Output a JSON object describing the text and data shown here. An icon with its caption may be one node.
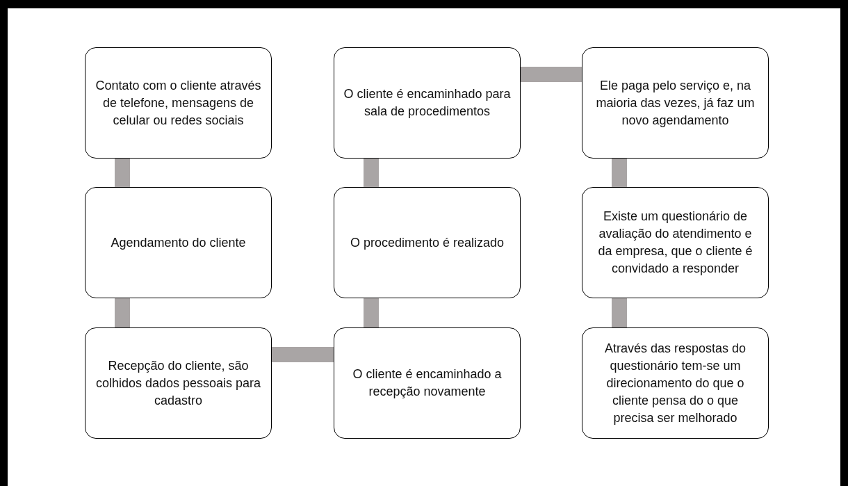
{
  "diagram": {
    "nodes": [
      {
        "text": [
          "Contato com o cliente através de telefone, mensagens de celular ou redes sociais"
        ]
      },
      {
        "text": [
          "Agendamento do cliente"
        ]
      },
      {
        "text": [
          "Recepção do cliente, são colhidos dados pessoais para cadastro"
        ]
      },
      {
        "text": [
          "O cliente é encaminhado a recepção novamente"
        ]
      },
      {
        "text": [
          "O procedimento é realizado"
        ]
      },
      {
        "text": [
          "O cliente é encaminhado para sala de procedimentos"
        ]
      },
      {
        "text": [
          "Ele paga pelo serviço e, na maioria das vezes, já faz um novo agendamento"
        ]
      },
      {
        "text": [
          "Existe um questionário de avaliação do atendimento e da empresa, que o cliente é convidado a responder"
        ]
      },
      {
        "text": [
          "Através das respostas do questionário tem-se um direcionamento do que o cliente pensa do o que precisa ser melhorado"
        ]
      }
    ],
    "edges": [
      {
        "from": 0,
        "to": 1,
        "arrow": "none"
      },
      {
        "from": 1,
        "to": 2,
        "arrow": "none"
      },
      {
        "from": 2,
        "to": 3,
        "arrow": "none"
      },
      {
        "from": 3,
        "to": 4,
        "arrow": "none"
      },
      {
        "from": 4,
        "to": 5,
        "arrow": "none"
      },
      {
        "from": 5,
        "to": 6,
        "arrow": "none"
      },
      {
        "from": 6,
        "to": 7,
        "arrow": "none"
      },
      {
        "from": 7,
        "to": 8,
        "arrow": "none"
      }
    ]
  }
}
